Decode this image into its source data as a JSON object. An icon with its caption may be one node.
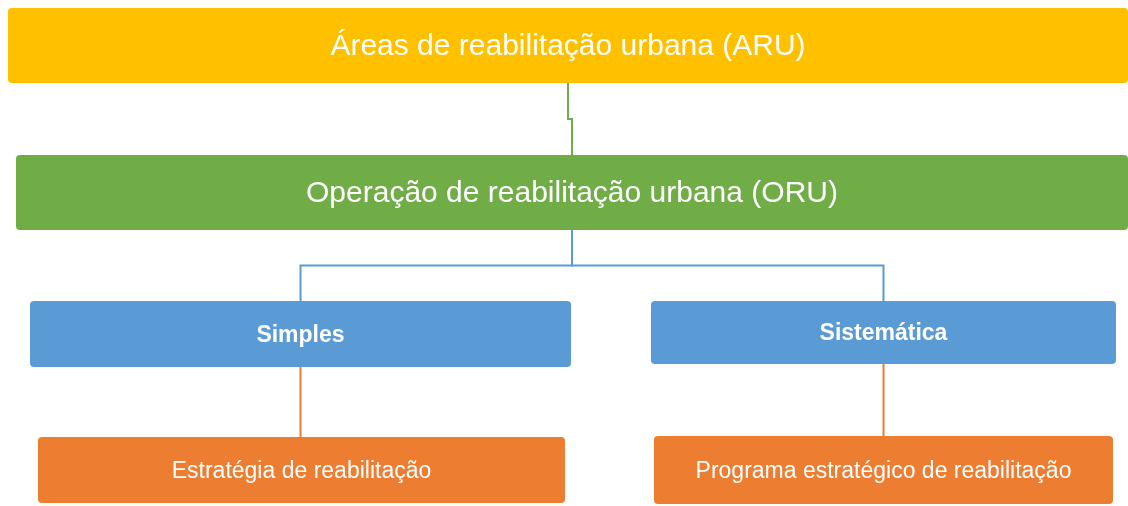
{
  "diagram": {
    "nodes": [
      {
        "text": [
          "Áreas de reabilitação urbana (ARU)"
        ]
      },
      {
        "text": [
          "Operação de reabilitação urbana (ORU)"
        ]
      },
      {
        "text": [
          "Simples"
        ]
      },
      {
        "text": [
          "Sistemática"
        ]
      },
      {
        "text": [
          "Estratégia de reabilitação"
        ]
      },
      {
        "text": [
          "Programa estratégico de reabilitação"
        ]
      }
    ],
    "edges": [
      {
        "from": 0,
        "to": 1,
        "arrow": "none",
        "color": "#70ad47"
      },
      {
        "from": 1,
        "to": 2,
        "arrow": "none",
        "color": "#5b9bd5"
      },
      {
        "from": 1,
        "to": 3,
        "arrow": "none",
        "color": "#5b9bd5"
      },
      {
        "from": 2,
        "to": 4,
        "arrow": "none",
        "color": "#ed7d31"
      },
      {
        "from": 3,
        "to": 5,
        "arrow": "none",
        "color": "#ed7d31"
      }
    ]
  }
}
